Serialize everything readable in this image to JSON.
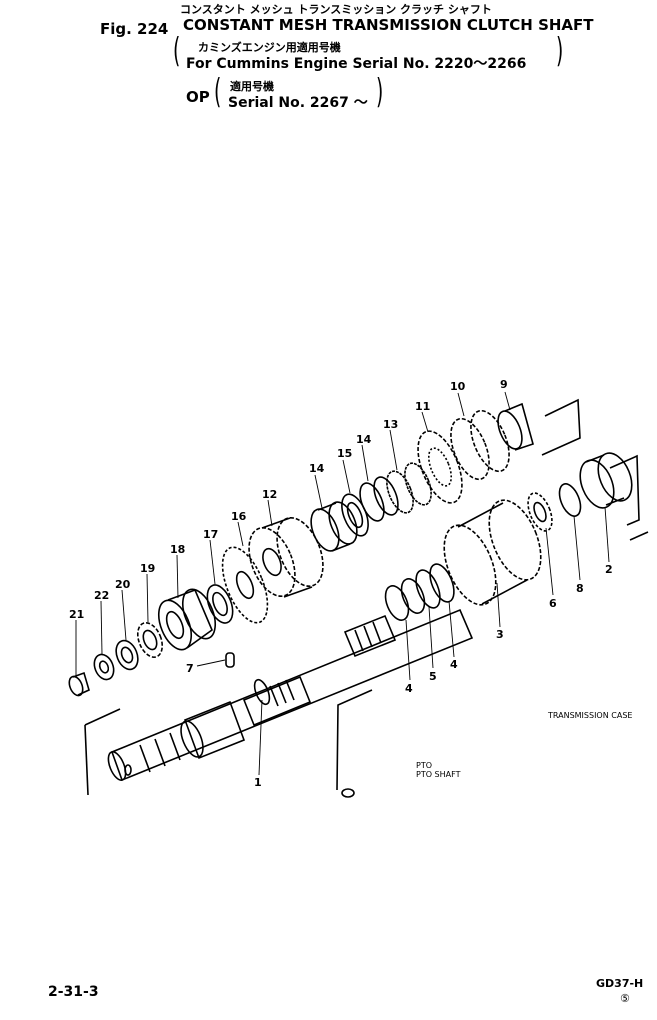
{
  "header": {
    "fig_label": "Fig. 224",
    "title_jp": "コンスタント メッシュ トランスミッション クラッチ シャフト",
    "title_en": "CONSTANT MESH TRANSMISSION CLUTCH SHAFT",
    "note1_jp": "カミンズエンジン用適用号機",
    "note1_en": "For Cummins Engine Serial No. 2220～2266",
    "op_label": "OP",
    "note2_jp": "適用号機",
    "note2_en": "Serial No. 2267 ～"
  },
  "callouts": [
    "1",
    "2",
    "3",
    "4",
    "4",
    "5",
    "6",
    "7",
    "8",
    "9",
    "10",
    "11",
    "12",
    "13",
    "14",
    "14",
    "15",
    "16",
    "17",
    "18",
    "19",
    "20",
    "21",
    "22"
  ],
  "labels": {
    "transmission_case": "TRANSMISSION CASE",
    "pto": "PTO",
    "pto_shaft": "PTO SHAFT"
  },
  "footer": {
    "page": "2-31-3",
    "code": "GD37-H",
    "mark": "⑤"
  }
}
